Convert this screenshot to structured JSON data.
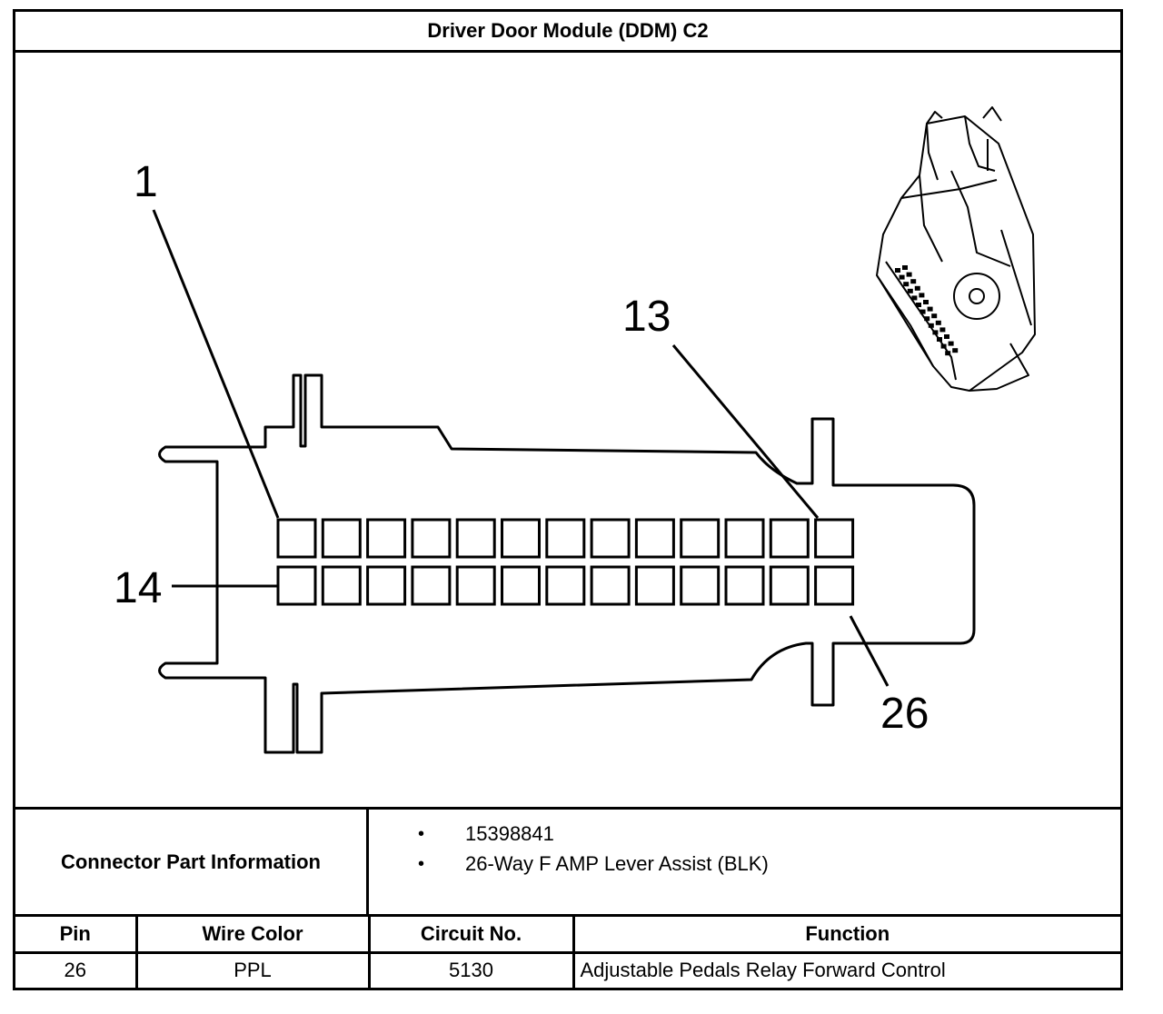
{
  "title": "Driver Door Module (DDM) C2",
  "diagram": {
    "pin_labels": {
      "top_left": "1",
      "top_right": "13",
      "bottom_left": "14",
      "bottom_right": "26"
    },
    "pins_per_row": 13,
    "rows": 2
  },
  "part_info": {
    "label": "Connector Part Information",
    "items": [
      "15398841",
      "26-Way F AMP Lever Assist (BLK)"
    ],
    "bullet": "•"
  },
  "pin_table": {
    "headers": [
      "Pin",
      "Wire Color",
      "Circuit No.",
      "Function"
    ],
    "rows": [
      [
        "26",
        "PPL",
        "5130",
        "Adjustable Pedals Relay Forward Control"
      ]
    ]
  }
}
